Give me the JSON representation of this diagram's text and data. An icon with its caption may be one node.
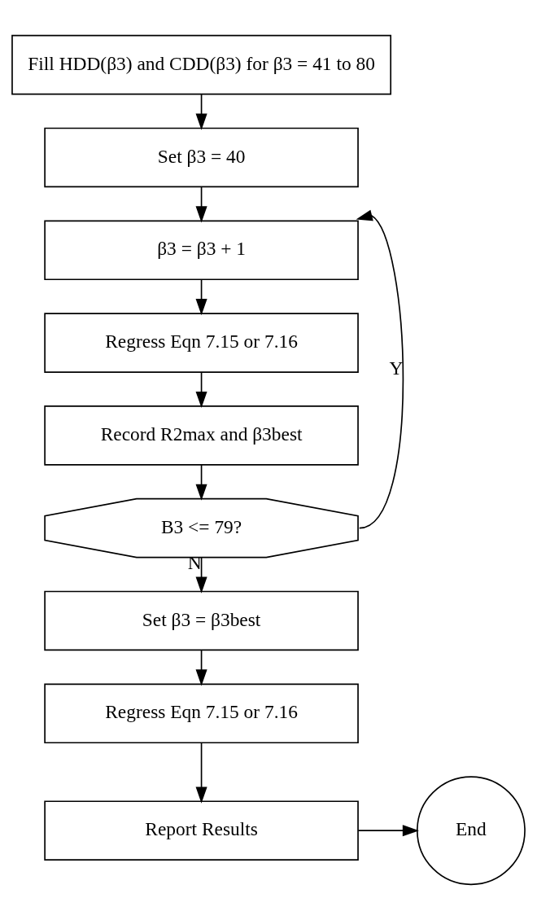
{
  "diagram": {
    "nodes": [
      {
        "text": [
          "Fill HDD(β3) and CDD(β3) for β3 = 41 to 80"
        ]
      },
      {
        "text": [
          "Set β3 = 40"
        ]
      },
      {
        "text": [
          "β3 = β3 + 1"
        ]
      },
      {
        "text": [
          "Regress Eqn 7.15 or 7.16"
        ]
      },
      {
        "text": [
          "Record R2max and β3best"
        ]
      },
      {
        "text": [
          "B3 <= 79?"
        ]
      },
      {
        "text": [
          "Set β3 = β3best"
        ]
      },
      {
        "text": [
          "Regress Eqn 7.15 or 7.16"
        ]
      },
      {
        "text": [
          "Report Results"
        ]
      },
      {
        "text": [
          "End"
        ]
      }
    ],
    "edges": [
      {
        "from": 0,
        "to": 1,
        "arrow": "to"
      },
      {
        "from": 1,
        "to": 2,
        "arrow": "to"
      },
      {
        "from": 2,
        "to": 3,
        "arrow": "to"
      },
      {
        "from": 3,
        "to": 4,
        "arrow": "to"
      },
      {
        "from": 4,
        "to": 5,
        "arrow": "to"
      },
      {
        "from": 5,
        "to": 2,
        "arrow": "to",
        "label": "Y"
      },
      {
        "from": 5,
        "to": 6,
        "arrow": "to",
        "label": "N"
      },
      {
        "from": 6,
        "to": 7,
        "arrow": "to"
      },
      {
        "from": 7,
        "to": 8,
        "arrow": "to"
      },
      {
        "from": 8,
        "to": 9,
        "arrow": "to"
      }
    ]
  }
}
